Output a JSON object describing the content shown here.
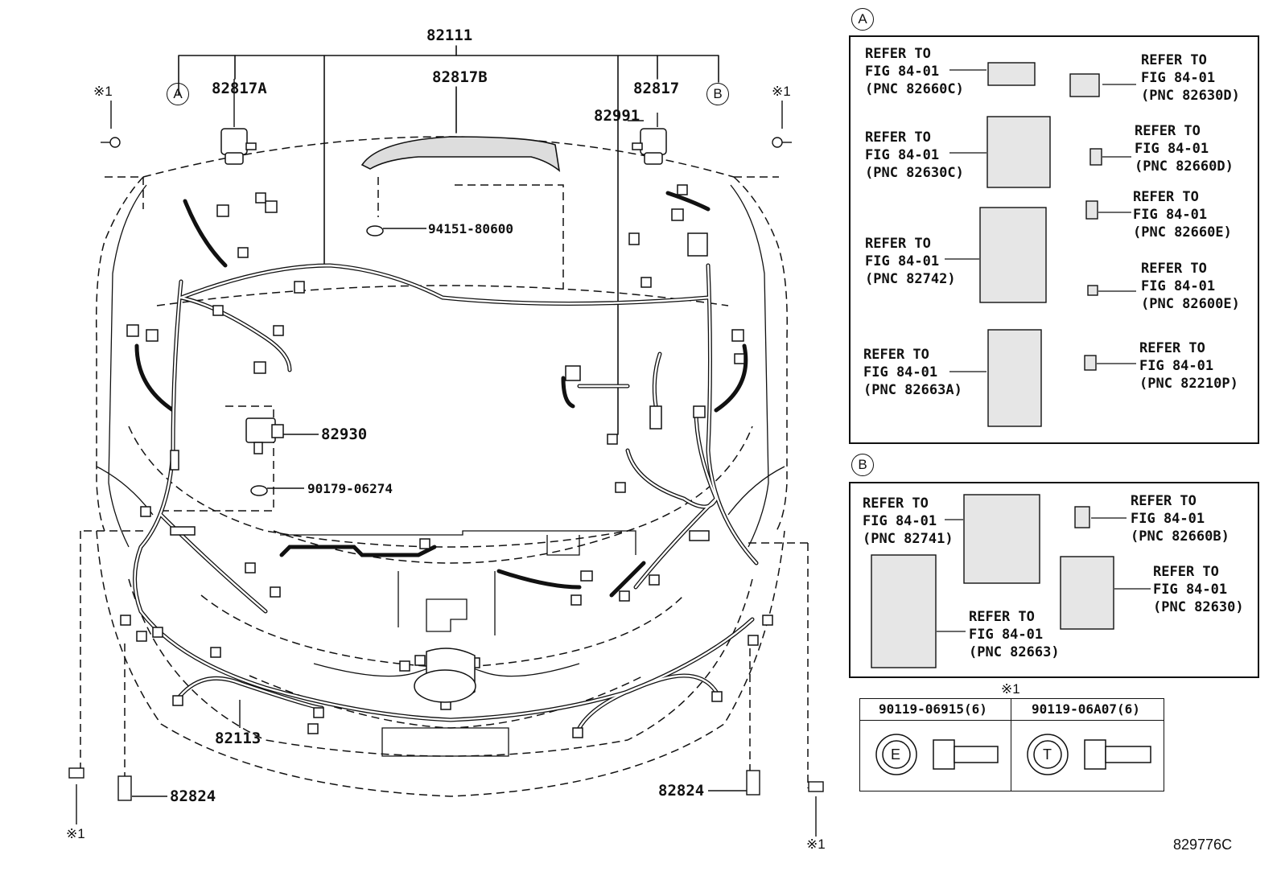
{
  "harness": {
    "part_main": "82111",
    "part_a": "82817A",
    "part_b": "82817B",
    "part_c": "82817",
    "part_d": "82991",
    "part_ecu": "82930",
    "clip_1": "94151-80600",
    "clip_2": "90179-06274",
    "part_front": "82113",
    "part_left_bottom": "82824",
    "part_right_bottom": "82824",
    "marker_a": "A",
    "marker_b": "B",
    "note_mark": "※1"
  },
  "panel_a": {
    "marker": "A",
    "refs": [
      {
        "l1": "REFER TO",
        "l2": "FIG 84-01",
        "l3": "(PNC 82660C)"
      },
      {
        "l1": "REFER TO",
        "l2": "FIG 84-01",
        "l3": "(PNC 82630D)"
      },
      {
        "l1": "REFER TO",
        "l2": "FIG 84-01",
        "l3": "(PNC 82630C)"
      },
      {
        "l1": "REFER TO",
        "l2": "FIG 84-01",
        "l3": "(PNC 82660D)"
      },
      {
        "l1": "REFER TO",
        "l2": "FIG 84-01",
        "l3": "(PNC 82660E)"
      },
      {
        "l1": "REFER TO",
        "l2": "FIG 84-01",
        "l3": "(PNC 82742)"
      },
      {
        "l1": "REFER TO",
        "l2": "FIG 84-01",
        "l3": "(PNC 82600E)"
      },
      {
        "l1": "REFER TO",
        "l2": "FIG 84-01",
        "l3": "(PNC 82663A)"
      },
      {
        "l1": "REFER TO",
        "l2": "FIG 84-01",
        "l3": "(PNC 82210P)"
      }
    ]
  },
  "panel_b": {
    "marker": "B",
    "refs": [
      {
        "l1": "REFER TO",
        "l2": "FIG 84-01",
        "l3": "(PNC 82741)"
      },
      {
        "l1": "REFER TO",
        "l2": "FIG 84-01",
        "l3": "(PNC 82660B)"
      },
      {
        "l1": "REFER TO",
        "l2": "FIG 84-01",
        "l3": "(PNC 82630)"
      },
      {
        "l1": "REFER TO",
        "l2": "FIG 84-01",
        "l3": "(PNC 82663)"
      }
    ]
  },
  "bolts": {
    "note_mark": "※1",
    "col1": "90119-06915(6)",
    "col2": "90119-06A07(6)",
    "letter1": "E",
    "letter2": "T"
  },
  "figure_id": "829776C"
}
